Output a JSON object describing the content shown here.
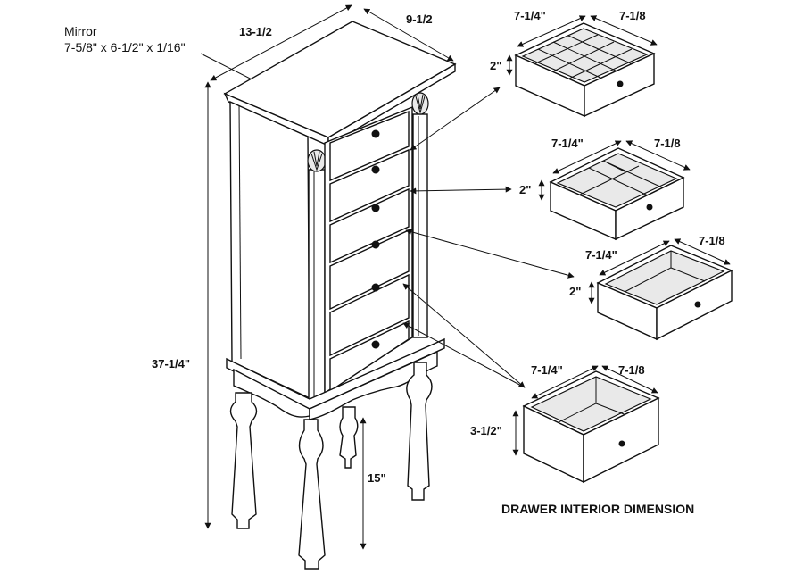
{
  "cabinet": {
    "mirror_label": "Mirror",
    "mirror_size": "7-5/8\" x 6-1/2\" x 1/16\"",
    "width": "13-1/2",
    "depth": "9-1/2",
    "height": "37-1/4\"",
    "leg_height": "15\""
  },
  "drawers": [
    {
      "name": "drawer-1",
      "width": "7-1/4\"",
      "depth": "7-1/8",
      "height": "2\"",
      "interior": "grid"
    },
    {
      "name": "drawer-2",
      "width": "7-1/4\"",
      "depth": "7-1/8",
      "height": "2\"",
      "interior": "compartments"
    },
    {
      "name": "drawer-3",
      "width": "7-1/4\"",
      "depth": "7-1/8",
      "height": "2\"",
      "interior": "open"
    },
    {
      "name": "drawer-4",
      "width": "7-1/4\"",
      "depth": "7-1/8",
      "height": "3-1/2\"",
      "interior": "open"
    }
  ],
  "caption": "DRAWER INTERIOR DIMENSION"
}
